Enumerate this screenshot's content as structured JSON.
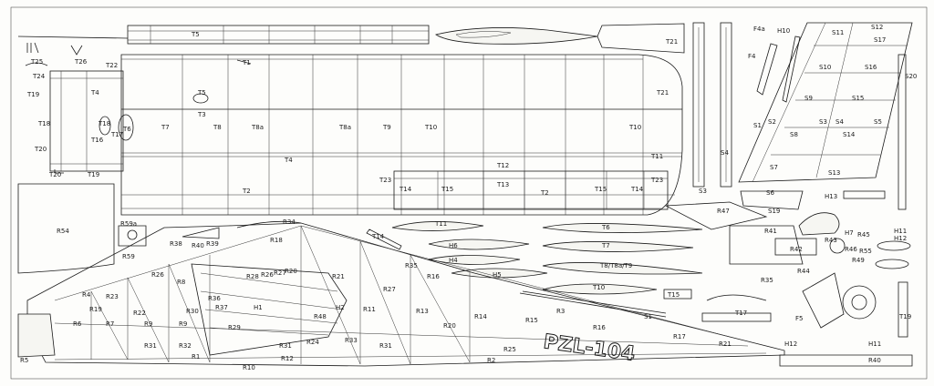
{
  "labels": {
    "T1": "T1",
    "T2": "T2",
    "T3": "T3",
    "T4": "T4",
    "T5": "T5",
    "T6": "T6",
    "T7": "T7",
    "T8": "T8",
    "T8a": "T8a",
    "T9": "T9",
    "T10": "T10",
    "T11": "T11",
    "T12": "T12",
    "T13": "T13",
    "T14": "T14",
    "T15": "T15",
    "T16": "T16",
    "T17": "T17",
    "T18": "T18",
    "T19": "T19",
    "T20": "T20",
    "T21": "T21",
    "T22": "T22",
    "T23": "T23",
    "T24": "T24",
    "T25": "T25",
    "T26": "T26",
    "T8stack": "T8/T8a/T9",
    "R1": "R1",
    "R2": "R2",
    "R3": "R3",
    "R4": "R4",
    "R5": "R5",
    "R6": "R6",
    "R7": "R7",
    "R8": "R8",
    "R9": "R9",
    "R10": "R10",
    "R11": "R11",
    "R12": "R12",
    "R13": "R13",
    "R14": "R14",
    "R15": "R15",
    "R16": "R16",
    "R17": "R17",
    "R18": "R18",
    "R19": "R19",
    "R20": "R20",
    "R21": "R21",
    "R22": "R22",
    "R23": "R23",
    "R24": "R24",
    "R25": "R25",
    "R26": "R26",
    "R27": "R27",
    "R28": "R28",
    "R29": "R29",
    "R30": "R30",
    "R31": "R31",
    "R32": "R32",
    "R33": "R33",
    "R34": "R34",
    "R35": "R35",
    "R36": "R36",
    "R37": "R37",
    "R38": "R38",
    "R39": "R39",
    "R40": "R40",
    "R41": "R41",
    "R42": "R42",
    "R43": "R43",
    "R44": "R44",
    "R45": "R45",
    "R46": "R46",
    "R47": "R47",
    "R48": "R48",
    "R49": "R49",
    "R54": "R54",
    "R55": "R55",
    "R59": "R59",
    "R59a": "R59a",
    "S1": "S1",
    "S2": "S2",
    "S3": "S3",
    "S4": "S4",
    "S5": "S5",
    "S6": "S6",
    "S7": "S7",
    "S8": "S8",
    "S9": "S9",
    "S10": "S10",
    "S11": "S11",
    "S12": "S12",
    "S13": "S13",
    "S14": "S14",
    "S15": "S15",
    "S16": "S16",
    "S17": "S17",
    "S19": "S19",
    "S20": "S20",
    "H1": "H1",
    "H2": "H2",
    "H4": "H4",
    "H5": "H5",
    "H6": "H6",
    "H7": "H7",
    "H10": "H10",
    "H11": "H11",
    "H12": "H12",
    "H13": "H13",
    "F4": "F4",
    "F4a": "F4a",
    "F5": "F5"
  },
  "registration": "PZL-104"
}
